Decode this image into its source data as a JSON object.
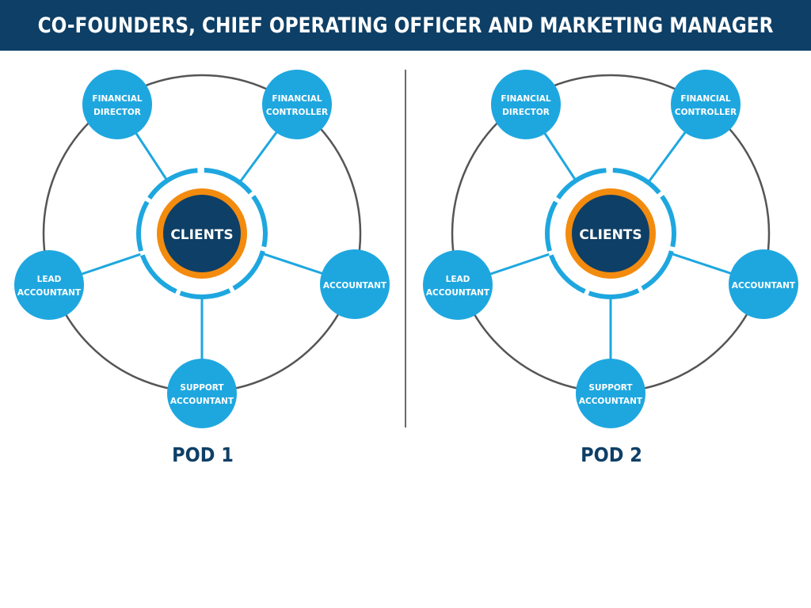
{
  "header": {
    "title": "CO-FOUNDERS, CHIEF OPERATING OFFICER AND MARKETING MANAGER"
  },
  "colors": {
    "navy": "#0e3f66",
    "blue": "#1ea7df",
    "orange": "#f38b0e",
    "gray": "#555555"
  },
  "pods": [
    {
      "label": "POD 1",
      "center": "CLIENTS",
      "roles": [
        {
          "line1": "FINANCIAL",
          "line2": "DIRECTOR"
        },
        {
          "line1": "FINANCIAL",
          "line2": "CONTROLLER"
        },
        {
          "line1": "ACCOUNTANT",
          "line2": ""
        },
        {
          "line1": "SUPPORT",
          "line2": "ACCOUNTANT"
        },
        {
          "line1": "LEAD",
          "line2": "ACCOUNTANT"
        }
      ]
    },
    {
      "label": "POD 2",
      "center": "CLIENTS",
      "roles": [
        {
          "line1": "FINANCIAL",
          "line2": "DIRECTOR"
        },
        {
          "line1": "FINANCIAL",
          "line2": "CONTROLLER"
        },
        {
          "line1": "ACCOUNTANT",
          "line2": ""
        },
        {
          "line1": "SUPPORT",
          "line2": "ACCOUNTANT"
        },
        {
          "line1": "LEAD",
          "line2": "ACCOUNTANT"
        }
      ]
    }
  ]
}
